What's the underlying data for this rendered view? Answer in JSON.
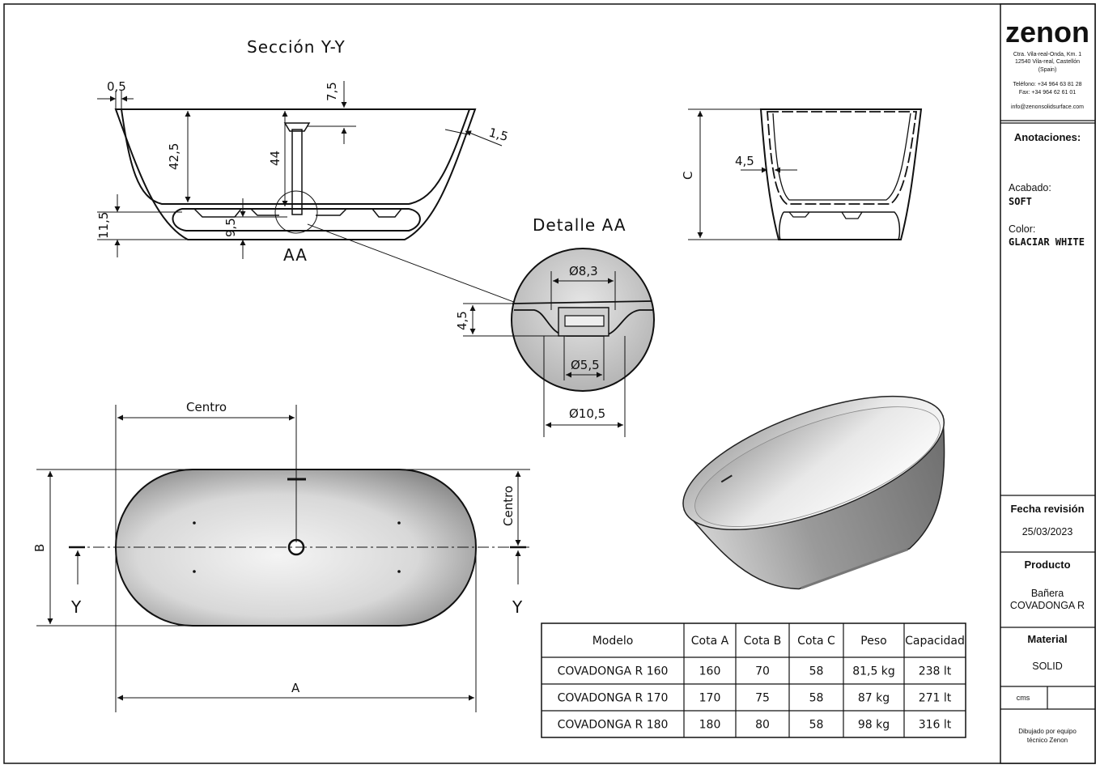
{
  "views": {
    "section_title": "Sección Y-Y",
    "detail_title": "Detalle AA",
    "detail_ref": "AA",
    "section_dims": {
      "rim": "0,5",
      "wall_side": "1,5",
      "depth": "42,5",
      "overflow_h": "44",
      "overflow_top": "7,5",
      "base_h": "11,5",
      "drain_h": "9,5"
    },
    "side_dims": {
      "wall": "4,5",
      "height": "C"
    },
    "detail_dims": {
      "d1": "Ø8,3",
      "d2": "Ø5,5",
      "d3": "Ø10,5",
      "h": "4,5"
    },
    "plan_dims": {
      "centro_x": "Centro",
      "centro_y": "Centro",
      "length": "A",
      "width": "B",
      "cut_left": "Y",
      "cut_right": "Y"
    }
  },
  "table": {
    "headers": [
      "Modelo",
      "Cota A",
      "Cota B",
      "Cota C",
      "Peso",
      "Capacidad"
    ],
    "rows": [
      [
        "COVADONGA R 160",
        "160",
        "70",
        "58",
        "81,5 kg",
        "238 lt"
      ],
      [
        "COVADONGA R 170",
        "170",
        "75",
        "58",
        "87 kg",
        "271 lt"
      ],
      [
        "COVADONGA R 180",
        "180",
        "80",
        "58",
        "98 kg",
        "316 lt"
      ]
    ]
  },
  "titleblock": {
    "brand": "zenon",
    "address_1": "Ctra. Vila-real-Onda, Km. 1",
    "address_2": "12540 Vila-real, Castellón",
    "address_3": "(Spain)",
    "phone": "Teléfono: +34 964 63 81 28",
    "fax": "Fax: +34 964 62 61 01",
    "email": "info@zenonsolidsurface.com",
    "annotations_label": "Anotaciones:",
    "finish_label": "Acabado:",
    "finish_value": "SOFT",
    "color_label": "Color:",
    "color_value": "GLACIAR WHITE",
    "revision_label": "Fecha revisión",
    "revision_value": "25/03/2023",
    "product_label": "Producto",
    "product_line1": "Bañera",
    "product_line2": "COVADONGA R",
    "material_label": "Material",
    "material_value": "SOLID",
    "units": "cms",
    "drawn_line1": "Dibujado por equipo",
    "drawn_line2": "técnico Zenon"
  }
}
